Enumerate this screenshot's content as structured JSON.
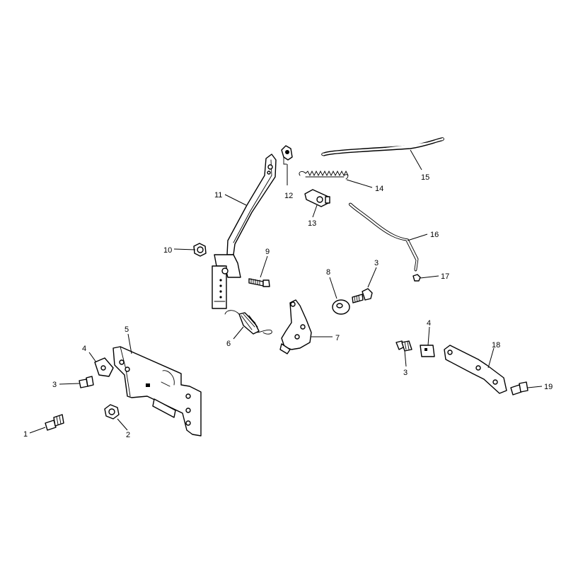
{
  "callouts": [
    {
      "id": "1",
      "text": "1"
    },
    {
      "id": "2",
      "text": "2"
    },
    {
      "id": "3a",
      "text": "3"
    },
    {
      "id": "3b",
      "text": "3"
    },
    {
      "id": "3c",
      "text": "3"
    },
    {
      "id": "4a",
      "text": "4"
    },
    {
      "id": "4b",
      "text": "4"
    },
    {
      "id": "5",
      "text": "5"
    },
    {
      "id": "6",
      "text": "6"
    },
    {
      "id": "7",
      "text": "7"
    },
    {
      "id": "8",
      "text": "8"
    },
    {
      "id": "9",
      "text": "9"
    },
    {
      "id": "10",
      "text": "10"
    },
    {
      "id": "11",
      "text": "11"
    },
    {
      "id": "12",
      "text": "12"
    },
    {
      "id": "13",
      "text": "13"
    },
    {
      "id": "14",
      "text": "14"
    },
    {
      "id": "15",
      "text": "15"
    },
    {
      "id": "16",
      "text": "16"
    },
    {
      "id": "17",
      "text": "17"
    },
    {
      "id": "18",
      "text": "18"
    },
    {
      "id": "19",
      "text": "19"
    }
  ]
}
